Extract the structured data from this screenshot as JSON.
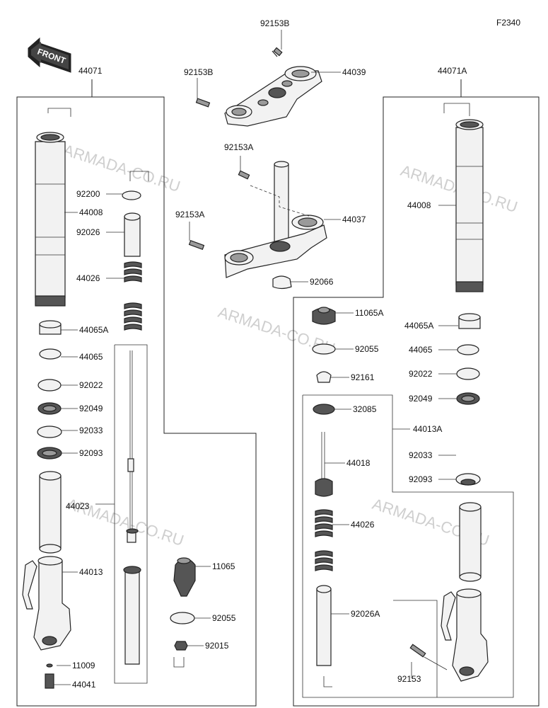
{
  "diagram_code": "F2340",
  "front_label": "FRONT",
  "watermark": "ARMADA-CO.RU",
  "labels": {
    "l_92153b_top": "92153B",
    "l_44039": "44039",
    "l_92153b_left": "92153B",
    "l_44071": "44071",
    "l_44071a": "44071A",
    "l_92153a_top": "92153A",
    "l_92153a_left": "92153A",
    "l_44037": "44037",
    "l_92066": "92066",
    "l_92200": "92200",
    "l_44008_l": "44008",
    "l_92026_l": "92026",
    "l_44026_l": "44026",
    "l_44065a_l": "44065A",
    "l_44065_l": "44065",
    "l_92022_l": "92022",
    "l_92049_l": "92049",
    "l_92033_l": "92033",
    "l_92093_l": "92093",
    "l_44023": "44023",
    "l_44013": "44013",
    "l_11009": "11009",
    "l_44041": "44041",
    "l_11065": "11065",
    "l_92055_c": "92055",
    "l_92015": "92015",
    "l_44008_r": "44008",
    "l_11065a": "11065A",
    "l_92055_r": "92055",
    "l_92161": "92161",
    "l_32085": "32085",
    "l_44013a": "44013A",
    "l_44018": "44018",
    "l_44026_r": "44026",
    "l_92026a": "92026A",
    "l_92153_r": "92153",
    "l_44065a_r": "44065A",
    "l_44065_r": "44065",
    "l_92022_r": "92022",
    "l_92049_r": "92049",
    "l_92033_r": "92033",
    "l_92093_r": "92093"
  }
}
